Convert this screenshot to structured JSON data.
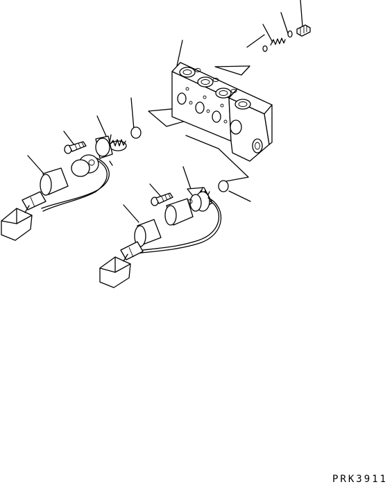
{
  "drawing_code": "PRK3911",
  "icons": [
    "valve-body",
    "o-ring",
    "spring",
    "plug",
    "bolt",
    "solenoid-valve",
    "boot",
    "connector"
  ]
}
